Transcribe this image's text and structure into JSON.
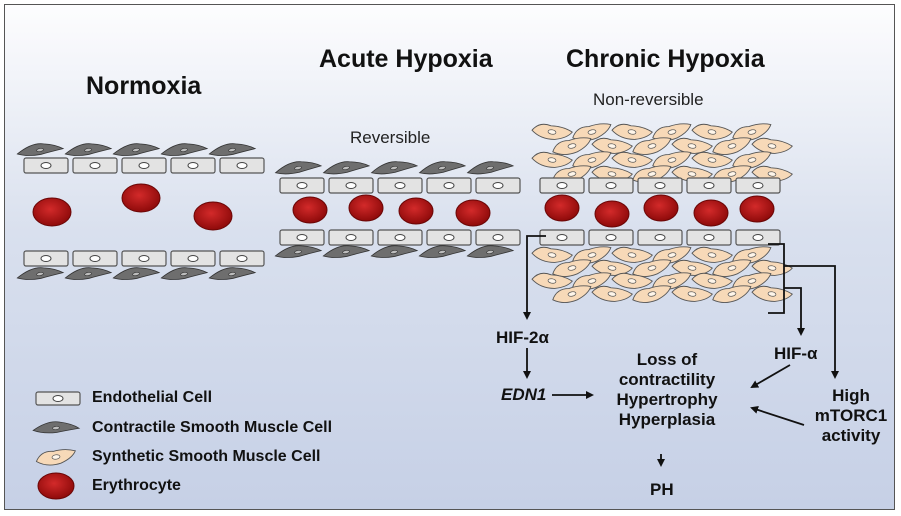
{
  "titles": {
    "normoxia": "Normoxia",
    "acute": "Acute Hypoxia",
    "chronic": "Chronic Hypoxia"
  },
  "subtitles": {
    "acute": "Reversible",
    "chronic": "Non-reversible"
  },
  "flow": {
    "hif2a": "HIF-2α",
    "edn1": "EDN1",
    "outcomes": [
      "Loss of",
      "contractility",
      "Hypertrophy",
      "Hyperplasia"
    ],
    "hifa": "HIF-α",
    "mtorc1": [
      "High",
      "mTORC1",
      "activity"
    ],
    "ph": "PH"
  },
  "legend": [
    {
      "icon": "endothelial-cell-icon",
      "label": "Endothelial Cell"
    },
    {
      "icon": "contractile-smooth-muscle-cell-icon",
      "label": "Contractile Smooth Muscle Cell"
    },
    {
      "icon": "synthetic-smooth-muscle-cell-icon",
      "label": "Synthetic Smooth Muscle Cell"
    },
    {
      "icon": "erythrocyte-icon",
      "label": "Erythrocyte"
    }
  ],
  "colors": {
    "endothelial_fill": "#e3e3e3",
    "endothelial_stroke": "#555555",
    "contractile_fill": "#6e6e6e",
    "synthetic_fill": "#f7d9b8",
    "synthetic_stroke": "#555555",
    "erythrocyte_fill": "#b10f0f",
    "arrow": "#111111"
  }
}
